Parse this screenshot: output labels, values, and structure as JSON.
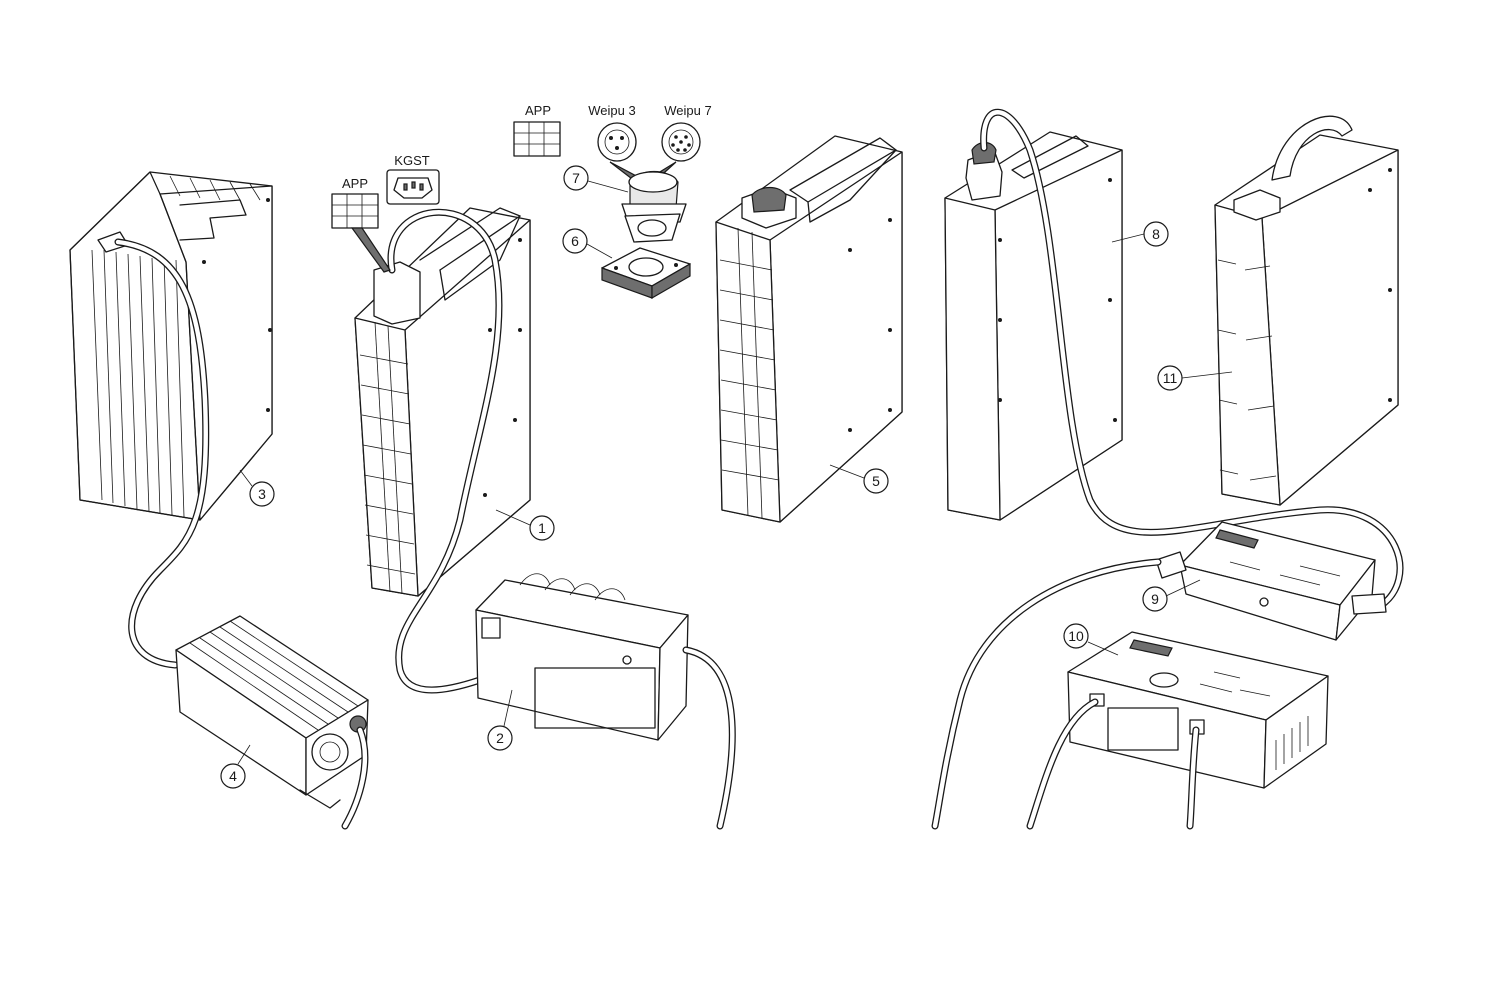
{
  "connector_labels": {
    "app_left": "APP",
    "kgst": "KGST",
    "app_top": "APP",
    "weipu3": "Weipu 3",
    "weipu7": "Weipu 7"
  },
  "callouts": [
    "1",
    "2",
    "3",
    "4",
    "5",
    "6",
    "7",
    "8",
    "9",
    "10",
    "11"
  ]
}
